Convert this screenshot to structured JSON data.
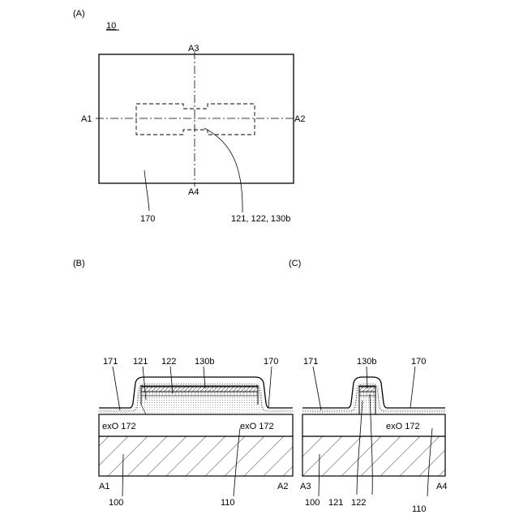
{
  "panel_a": {
    "label": "(A)",
    "ref_number": "10",
    "section_labels": {
      "a1": "A1",
      "a2": "A2",
      "a3": "A3",
      "a4": "A4"
    },
    "ref_170": "170",
    "ref_region": "121, 122, 130b"
  },
  "panel_b": {
    "label": "(B)",
    "refs": {
      "r171": "171",
      "r121": "121",
      "r122": "122",
      "r130b": "130b",
      "r170": "170",
      "exo_left": "exO 172",
      "exo_right": "exO 172",
      "r100": "100",
      "r110": "110"
    },
    "section_labels": {
      "left": "A1",
      "right": "A2"
    }
  },
  "panel_c": {
    "label": "(C)",
    "refs": {
      "r171": "171",
      "r130b": "130b",
      "r170": "170",
      "exo": "exO 172",
      "r100": "100",
      "r121": "121",
      "r122": "122",
      "r110": "110"
    },
    "section_labels": {
      "left": "A3",
      "right": "A4"
    }
  }
}
